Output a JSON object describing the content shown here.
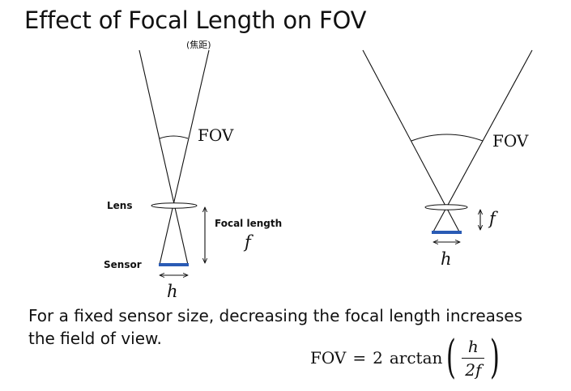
{
  "title": "Effect of Focal Length on FOV",
  "annotation": "(焦距)",
  "left_diagram": {
    "fov_label": "FOV",
    "lens_label": "Lens",
    "focal_length_label": "Focal length",
    "f_label": "f",
    "sensor_label": "Sensor",
    "h_label": "h"
  },
  "right_diagram": {
    "fov_label": "FOV",
    "f_label": "f",
    "h_label": "h"
  },
  "colors": {
    "sensor": "#2a5bb5",
    "ink": "#111111"
  },
  "caption": "For a fixed sensor size, decreasing the focal length increases the field of view.",
  "formula": {
    "lhs": "FOV",
    "eq": "=",
    "coef": "2",
    "func": "arctan",
    "numerator": "h",
    "denominator": "2f"
  }
}
